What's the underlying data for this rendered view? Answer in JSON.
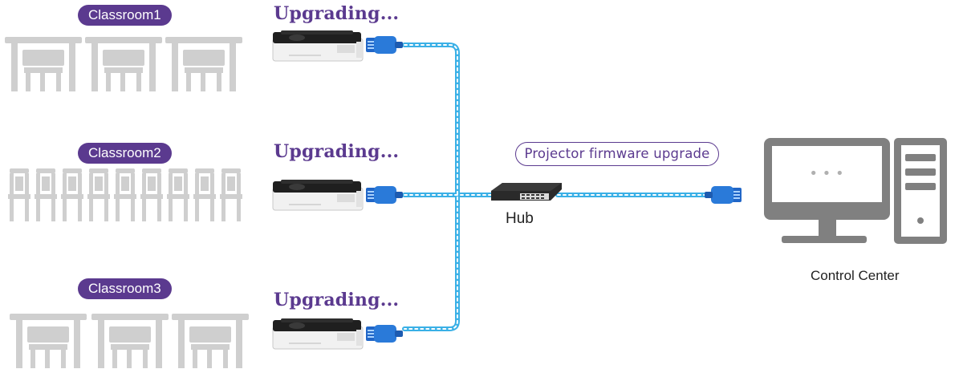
{
  "colors": {
    "purple": "#5b3a8f",
    "cable": "#3ab0e6",
    "connector": "#2166c7",
    "furniture": "#cfcfcf",
    "computer": "#808080"
  },
  "icons": {
    "classroom1": "table-set-icon",
    "classroom2": "chair-row-icon",
    "classroom3": "table-set-icon",
    "projector": "projector-icon",
    "connector": "rj45-connector-icon",
    "hub": "network-hub-icon",
    "computer": "desktop-computer-icon"
  },
  "classrooms": [
    {
      "label": "Classroom1",
      "status": "Upgrading..."
    },
    {
      "label": "Classroom2",
      "status": "Upgrading..."
    },
    {
      "label": "Classroom3",
      "status": "Upgrading..."
    }
  ],
  "hub": {
    "label": "Hub"
  },
  "upgrade": {
    "label": "Projector firmware upgrade"
  },
  "control_center": {
    "label": "Control Center",
    "screen_dots": "• • •"
  }
}
